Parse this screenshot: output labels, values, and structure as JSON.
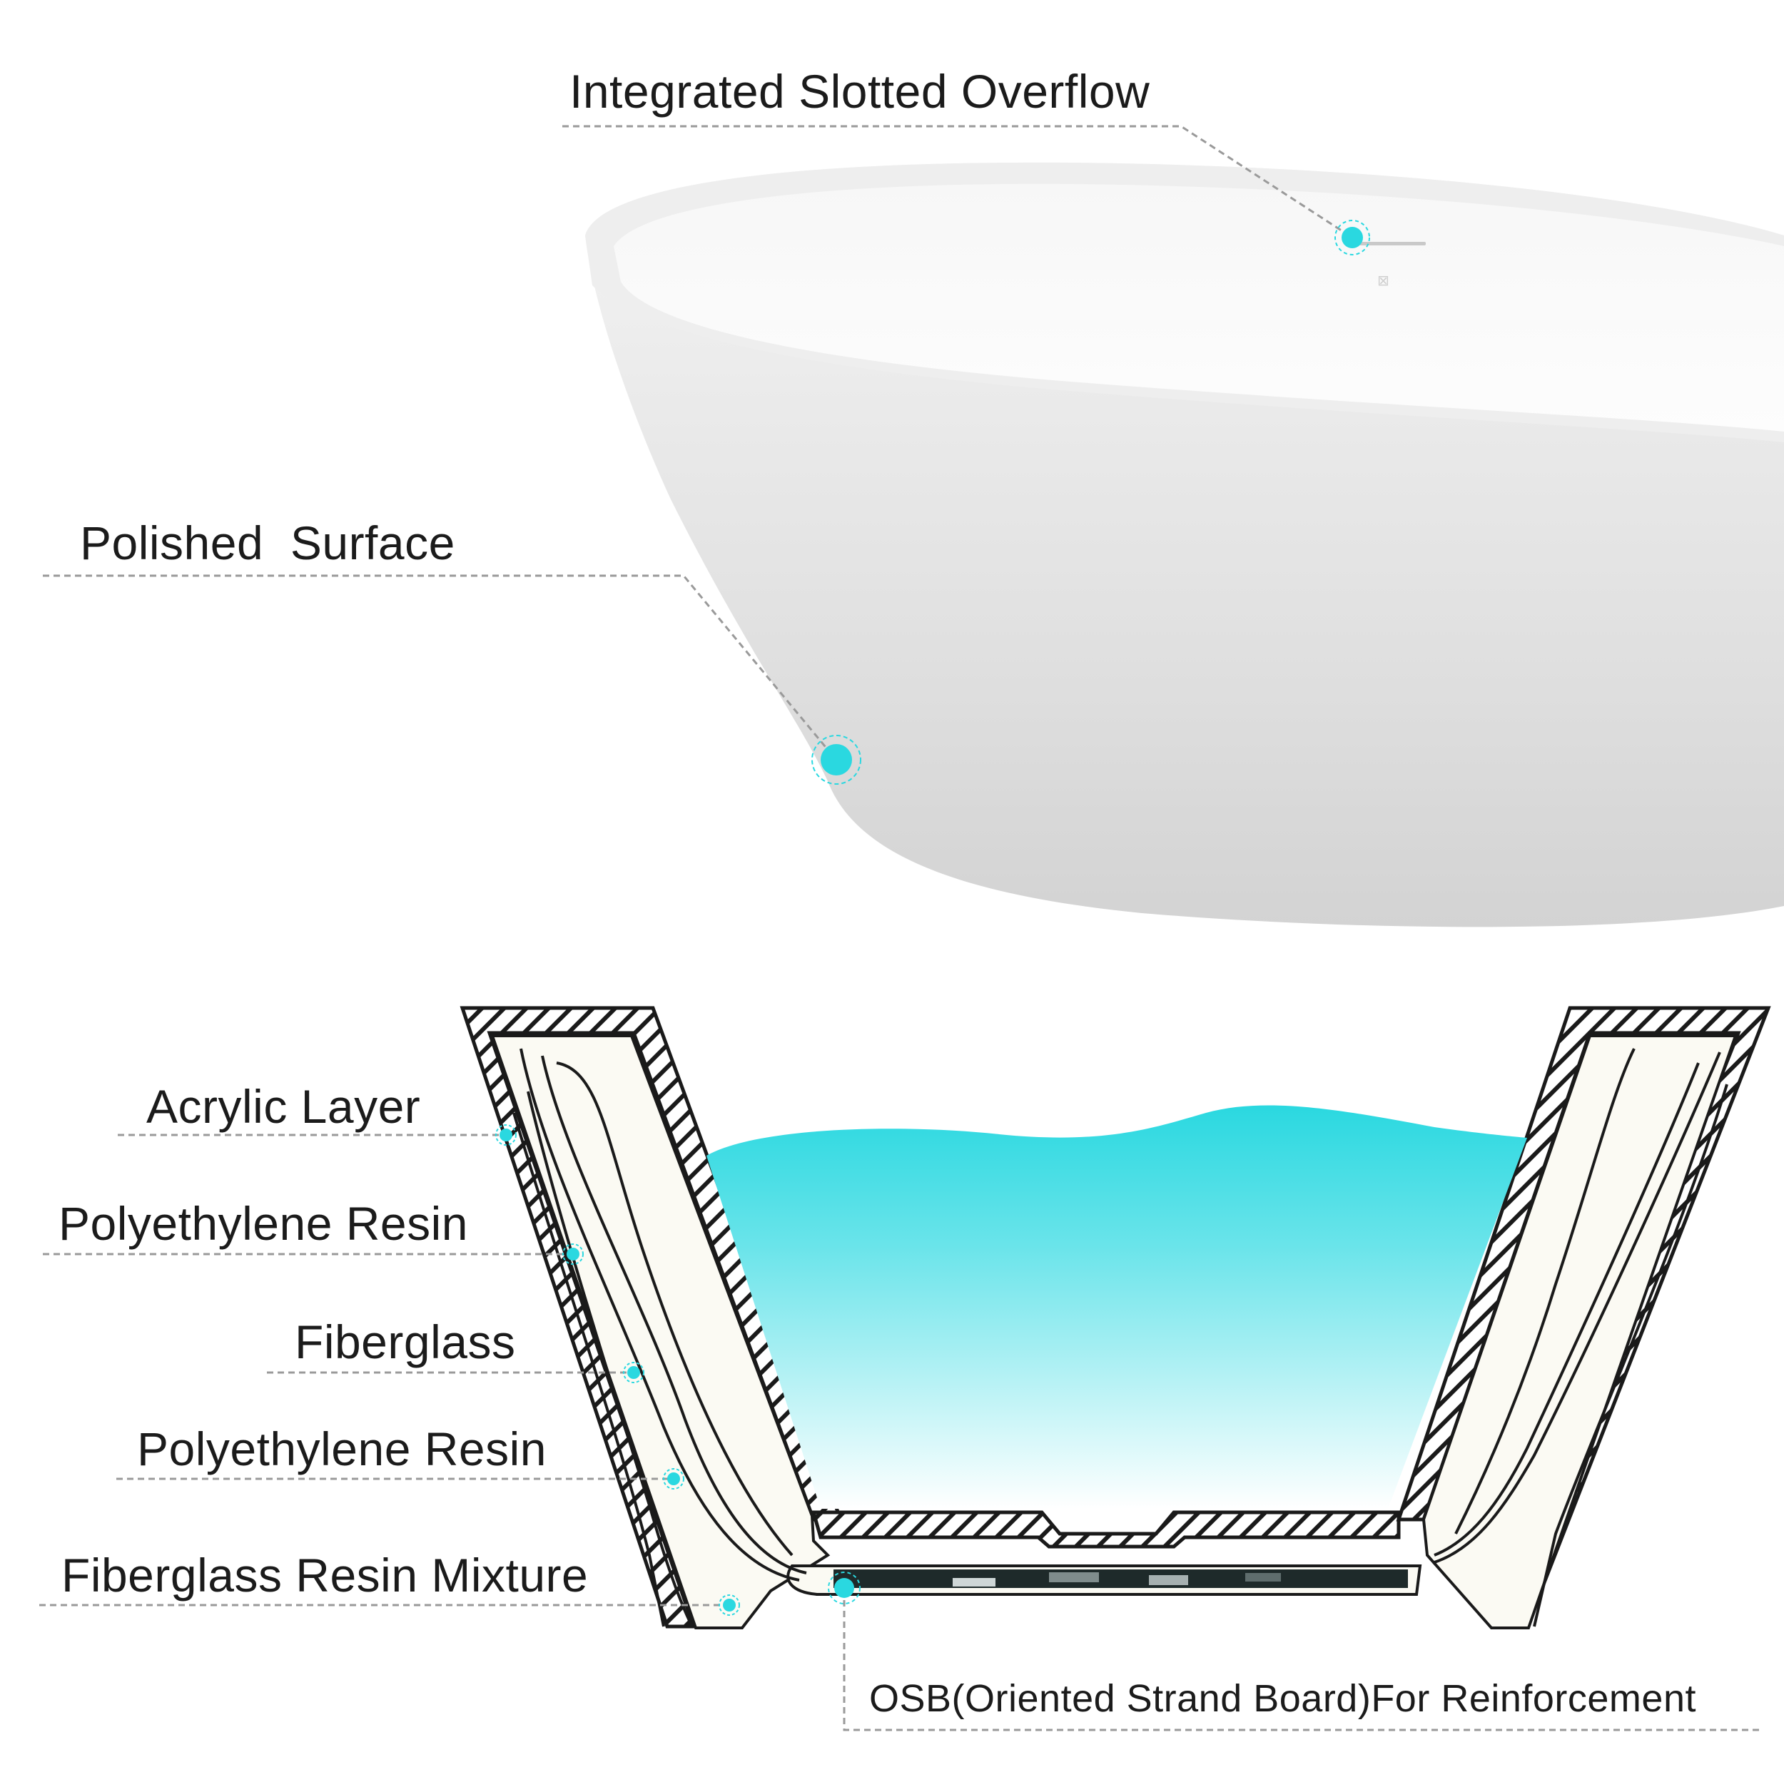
{
  "callouts": {
    "overflow": "Integrated Slotted Overflow",
    "surface": "Polished  Surface",
    "acrylic": "Acrylic Layer",
    "resin1": "Polyethylene Resin",
    "fiberglass": "Fiberglass",
    "resin2": "Polyethylene Resin",
    "mixture": "Fiberglass Resin Mixture",
    "osb": "OSB(Oriented Strand Board)For Reinforcement"
  },
  "colors": {
    "marker": "#2ad8e0",
    "water_top": "#2ad8e0",
    "water_bottom": "#ffffff",
    "hatch": "#1a1a1a",
    "core_fill": "#fbfaf3",
    "leader": "#9a9a9a"
  },
  "icons": {
    "marker": "callout-dot-icon"
  }
}
